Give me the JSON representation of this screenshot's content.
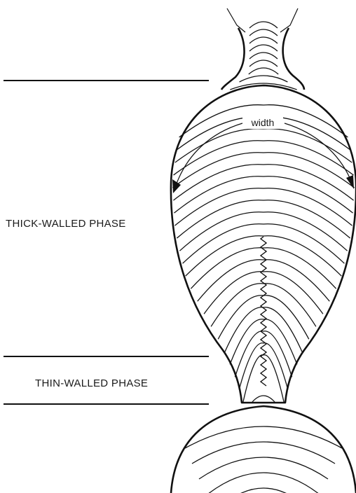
{
  "labels": {
    "thick_walled_phase": "THICK-WALLED PHASE",
    "thin_walled_phase": "THIN-WALLED PHASE",
    "width": "width"
  }
}
